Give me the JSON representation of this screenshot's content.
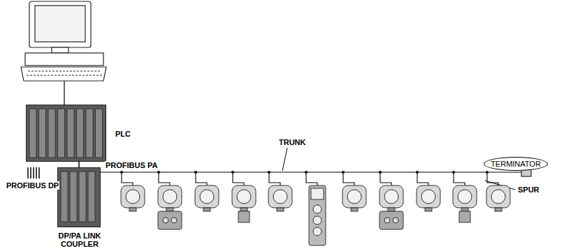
{
  "diagram": {
    "nodes": [
      {
        "text": [
          "PLC"
        ]
      },
      {
        "text": [
          "DP/PA LINK COUPLER"
        ]
      },
      {
        "text": [
          "TERMINATOR"
        ]
      }
    ],
    "edges": [
      {
        "from": 0,
        "to": 1,
        "arrow": "none"
      }
    ],
    "labels": [
      "PROFIBUS DP",
      "PROFIBUS PA",
      "TRUNK",
      "SPUR"
    ]
  }
}
